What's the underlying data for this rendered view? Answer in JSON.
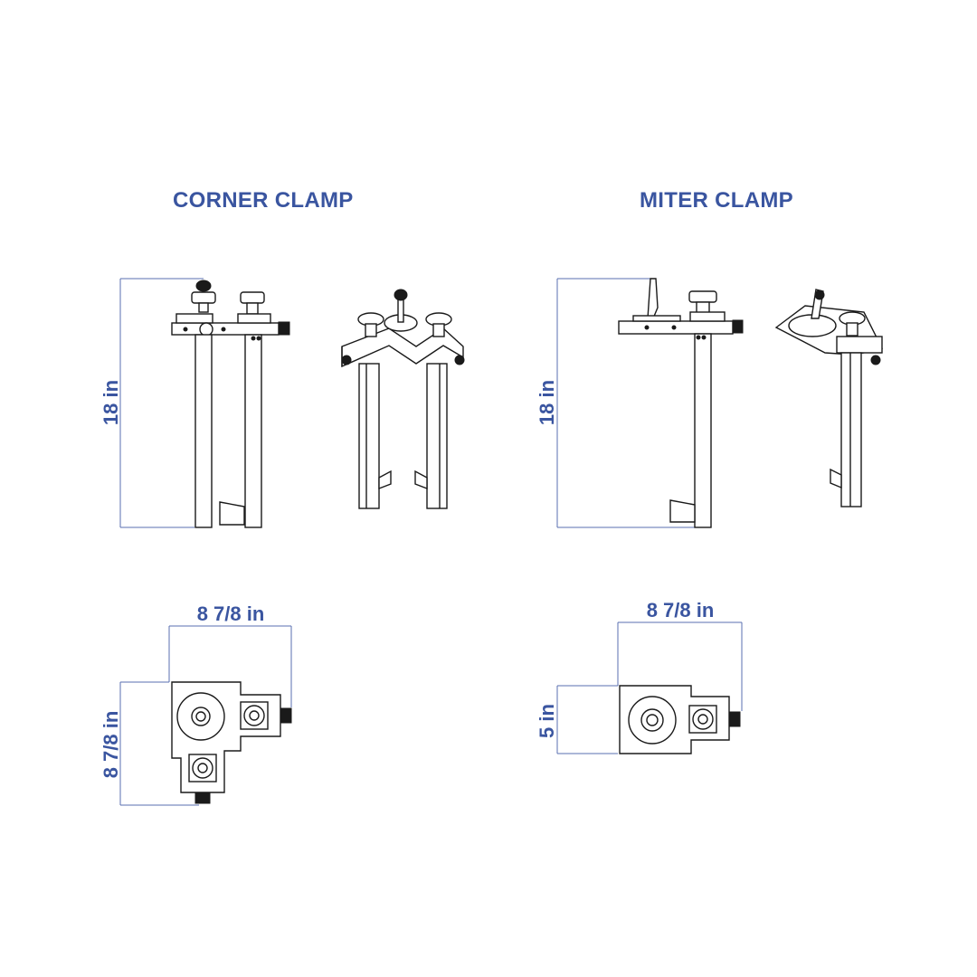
{
  "colors": {
    "accent": "#3a55a0",
    "line": "#1a1a1a",
    "dimension": "#5a6fb0"
  },
  "corner_clamp": {
    "title": "CORNER CLAMP",
    "height_label": "18 in",
    "width_label": "8 7/8 in",
    "depth_label": "8 7/8 in"
  },
  "miter_clamp": {
    "title": "MITER CLAMP",
    "height_label": "18 in",
    "width_label": "8 7/8 in",
    "depth_label": "5 in"
  }
}
